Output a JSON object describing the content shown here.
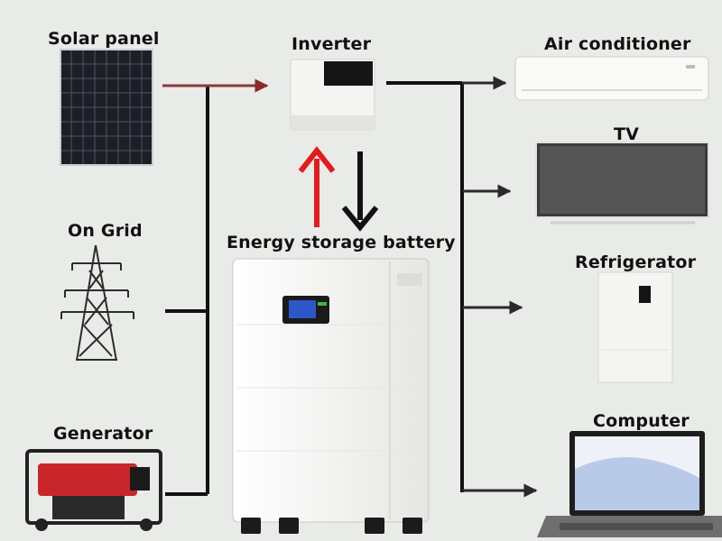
{
  "labels": {
    "solar_panel": "Solar panel",
    "inverter": "Inverter",
    "air_conditioner": "Air conditioner",
    "tv": "TV",
    "on_grid": "On Grid",
    "energy_storage_battery": "Energy storage battery",
    "refrigerator": "Refrigerator",
    "generator": "Generator",
    "computer": "Computer"
  },
  "colors": {
    "background": "#e9ebe8",
    "line": "#111111",
    "charge_arrow": "#e21b1b",
    "discharge_arrow": "#111111",
    "battery_body": "#f7f7f5",
    "display_screen": "#2d57c9"
  },
  "icons": [
    "solar-panel-icon",
    "inverter-icon",
    "air-conditioner-icon",
    "tv-icon",
    "power-tower-icon",
    "battery-icon",
    "refrigerator-icon",
    "generator-icon",
    "laptop-icon"
  ]
}
